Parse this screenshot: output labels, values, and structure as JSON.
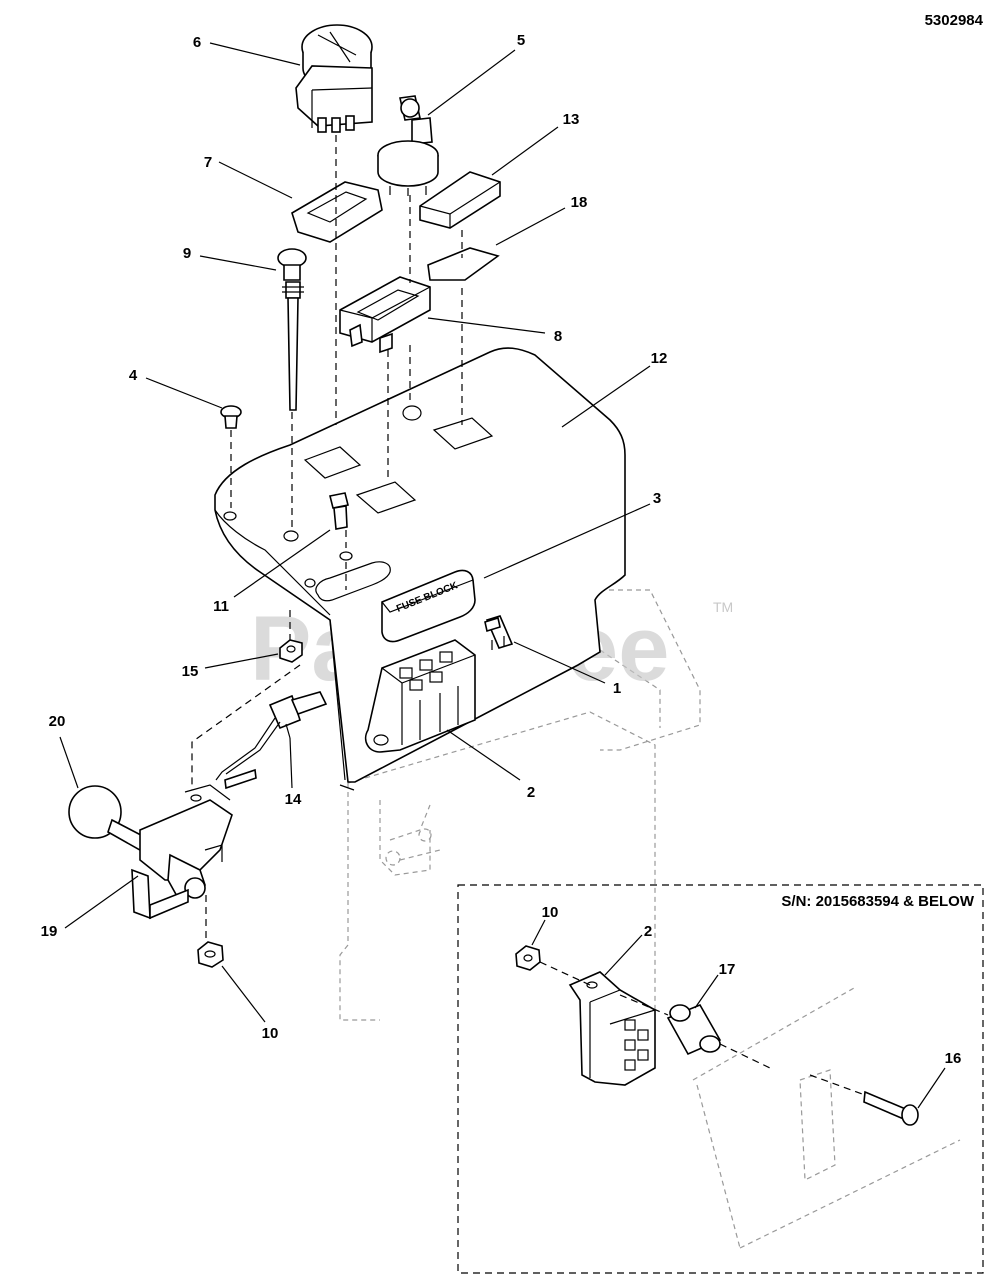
{
  "document_number": "5302984",
  "watermark": "PartsTree",
  "trademark": "TM",
  "fuse_block_text": "FUSE BLOCK",
  "inset_caption": "S/N: 2015683594 & BELOW",
  "callouts": [
    {
      "id": "1",
      "label": "1"
    },
    {
      "id": "2",
      "label": "2"
    },
    {
      "id": "3",
      "label": "3"
    },
    {
      "id": "4",
      "label": "4"
    },
    {
      "id": "5",
      "label": "5"
    },
    {
      "id": "6",
      "label": "6"
    },
    {
      "id": "7",
      "label": "7"
    },
    {
      "id": "8",
      "label": "8"
    },
    {
      "id": "9",
      "label": "9"
    },
    {
      "id": "10",
      "label": "10"
    },
    {
      "id": "10b",
      "label": "10"
    },
    {
      "id": "11",
      "label": "11"
    },
    {
      "id": "12",
      "label": "12"
    },
    {
      "id": "13",
      "label": "13"
    },
    {
      "id": "14",
      "label": "14"
    },
    {
      "id": "15",
      "label": "15"
    },
    {
      "id": "16",
      "label": "16"
    },
    {
      "id": "17",
      "label": "17"
    },
    {
      "id": "18",
      "label": "18"
    },
    {
      "id": "19",
      "label": "19"
    },
    {
      "id": "20",
      "label": "20"
    },
    {
      "id": "2b",
      "label": "2"
    }
  ]
}
